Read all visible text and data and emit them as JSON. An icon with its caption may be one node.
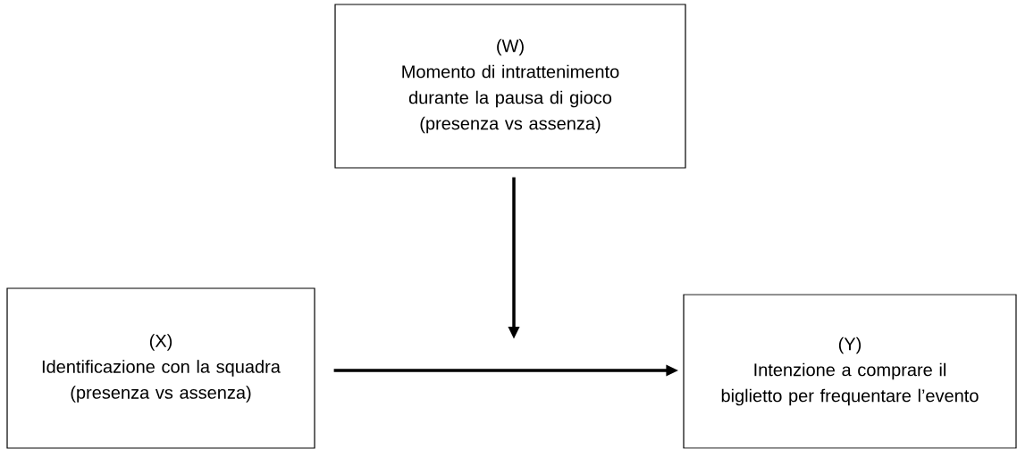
{
  "diagram": {
    "nodes": [
      {
        "text": [
          "(W)",
          "Momento di intrattenimento durante la pausa di gioco",
          "(presenza vs assenza)"
        ]
      },
      {
        "text": [
          "(X)",
          "Identificazione con la squadra",
          "(presenza vs assenza)"
        ]
      },
      {
        "text": [
          "(Y)",
          "Intenzione a comprare il biglietto per frequentare l’evento"
        ]
      }
    ],
    "edges": [
      {
        "from": 1,
        "to": 2,
        "arrow": "to"
      },
      {
        "from": 0,
        "to": null,
        "arrow": "to"
      }
    ]
  }
}
